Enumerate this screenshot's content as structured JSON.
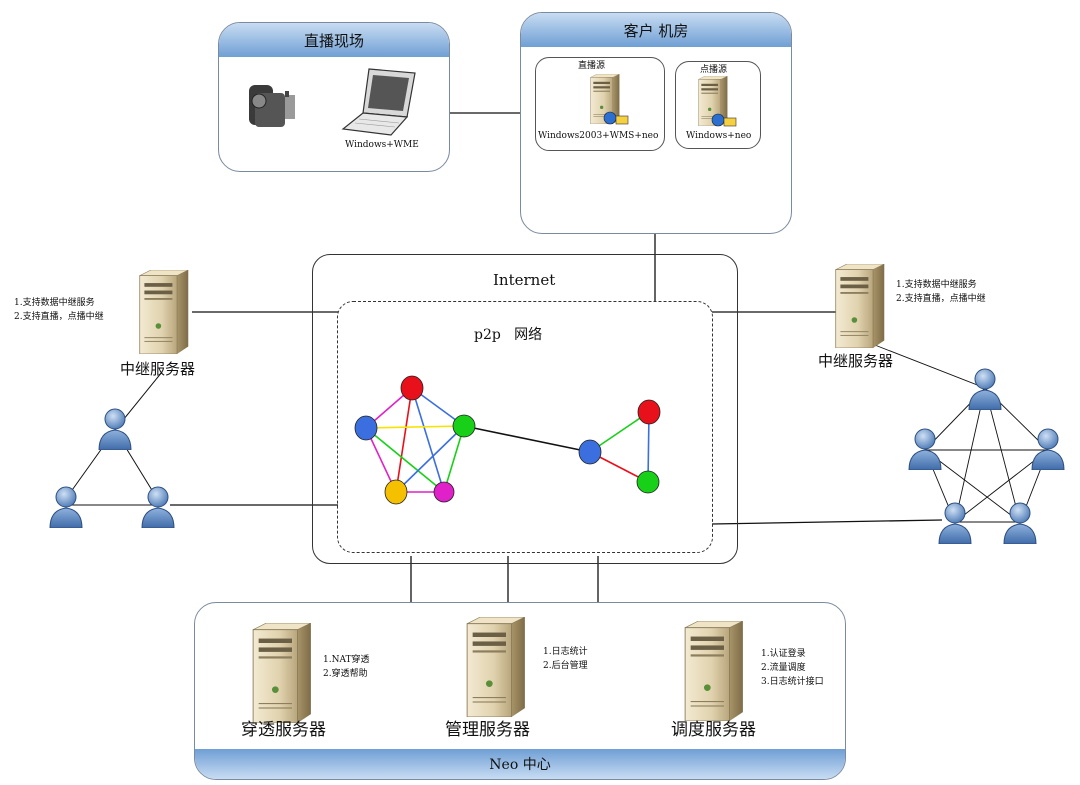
{
  "panels": {
    "live_site": {
      "title": "直播现场",
      "laptop_label": "Windows+WME"
    },
    "customer_room": {
      "title": "客户 机房",
      "live_source_title": "直播源",
      "live_source_os": "Windows2003+WMS+neo",
      "vod_source_title": "点播源",
      "vod_source_os": "Windows+neo"
    },
    "neo_center": {
      "title": "Neo 中心"
    }
  },
  "internet": {
    "label": "Internet",
    "p2p_label": "p2p   网络"
  },
  "relay_left": {
    "label": "中继服务器",
    "notes": [
      "1.支持数据中继服务",
      "2.支持直播，点播中继"
    ]
  },
  "relay_right": {
    "label": "中继服务器",
    "notes": [
      "1.支持数据中继服务",
      "2.支持直播，点播中继"
    ]
  },
  "servers": {
    "nat": {
      "label": "穿透服务器",
      "notes": [
        "1.NAT穿透",
        "2.穿透帮助"
      ]
    },
    "mgmt": {
      "label": "管理服务器",
      "notes": [
        "1.日志统计",
        "2.后台管理"
      ]
    },
    "sched": {
      "label": "调度服务器",
      "notes": [
        "1.认证登录",
        "2.流量调度",
        "3.日志统计接口"
      ]
    }
  },
  "colors": {
    "header_blue": "#6f9fd4",
    "firewall": "#e07a3a",
    "node_red": "#e8101a",
    "node_blue": "#3b6fe0",
    "node_green": "#18d018",
    "node_yellow": "#f5c000",
    "node_magenta": "#e020c8",
    "user": "#5b8cc8"
  }
}
